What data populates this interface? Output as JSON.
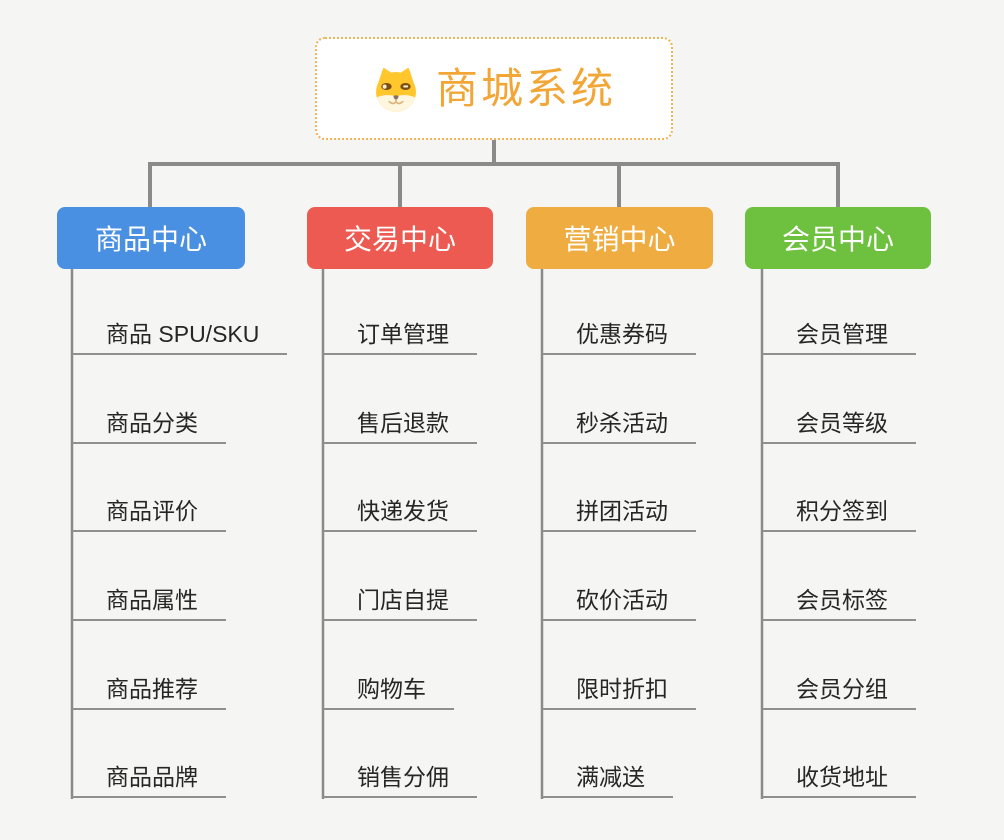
{
  "root": {
    "title": "商城系统",
    "icon": "dog-face-icon",
    "title_color": "#F2A636",
    "border_color": "#F0B254",
    "background": "#FFFFFF"
  },
  "branches": [
    {
      "label": "商品中心",
      "color": "#4A90E2",
      "items": [
        "商品 SPU/SKU",
        "商品分类",
        "商品评价",
        "商品属性",
        "商品推荐",
        "商品品牌"
      ]
    },
    {
      "label": "交易中心",
      "color": "#EC5A52",
      "items": [
        "订单管理",
        "售后退款",
        "快递发货",
        "门店自提",
        "购物车",
        "销售分佣"
      ]
    },
    {
      "label": "营销中心",
      "color": "#EFAC41",
      "items": [
        "优惠券码",
        "秒杀活动",
        "拼团活动",
        "砍价活动",
        "限时折扣",
        "满减送"
      ]
    },
    {
      "label": "会员中心",
      "color": "#6EC13F",
      "items": [
        "会员管理",
        "会员等级",
        "积分签到",
        "会员标签",
        "会员分组",
        "收货地址"
      ]
    }
  ],
  "style": {
    "canvas_background": "#F5F5F3",
    "connector_color": "#8A8A8A",
    "underline_color": "#8F8F8F",
    "subtopic_text_color": "#262626"
  }
}
